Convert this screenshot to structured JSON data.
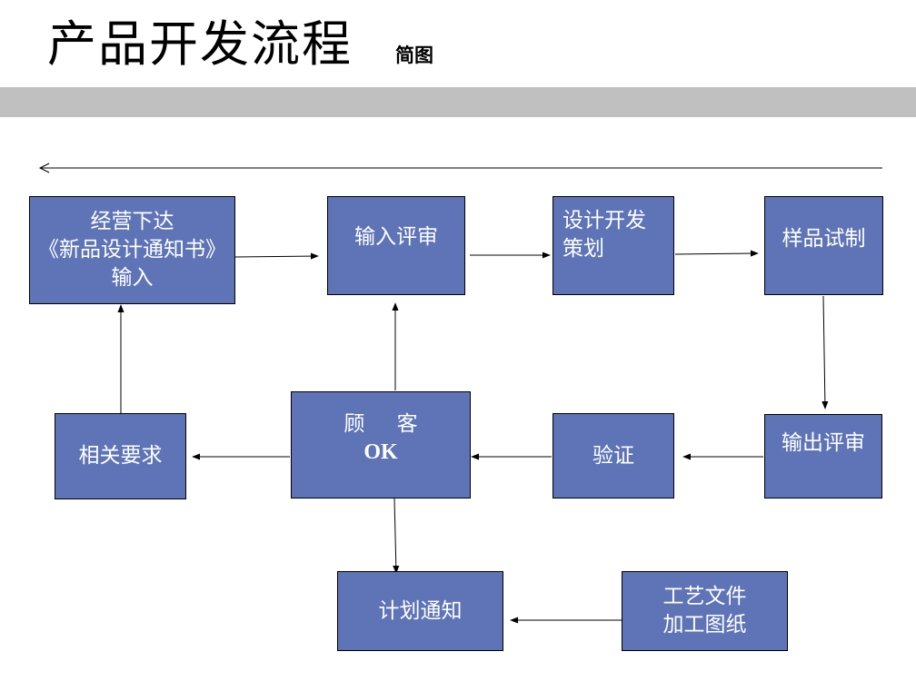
{
  "header": {
    "title": "产品开发流程",
    "subtitle": "简图"
  },
  "colors": {
    "box_fill": "#5e74b6",
    "box_border": "#000000",
    "band": "#c0c0c0",
    "text_on_box": "#ffffff"
  },
  "nodes": {
    "business_input": {
      "lines": [
        "经营下达",
        "《新品设计通知书》",
        "输入"
      ]
    },
    "input_review": {
      "lines": [
        "输入评审"
      ]
    },
    "design_planning": {
      "lines": [
        "设计开发",
        "策划"
      ]
    },
    "sample_trial": {
      "lines": [
        "样品试制"
      ]
    },
    "output_review": {
      "lines": [
        "输出评审"
      ]
    },
    "verification": {
      "lines": [
        "验证"
      ]
    },
    "customer_ok": {
      "lines": [
        "顾 客",
        "OK"
      ]
    },
    "related_requirements": {
      "lines": [
        "相关要求"
      ]
    },
    "plan_notice": {
      "lines": [
        "计划通知"
      ]
    },
    "process_docs": {
      "lines": [
        "工艺文件",
        "加工图纸"
      ]
    }
  }
}
